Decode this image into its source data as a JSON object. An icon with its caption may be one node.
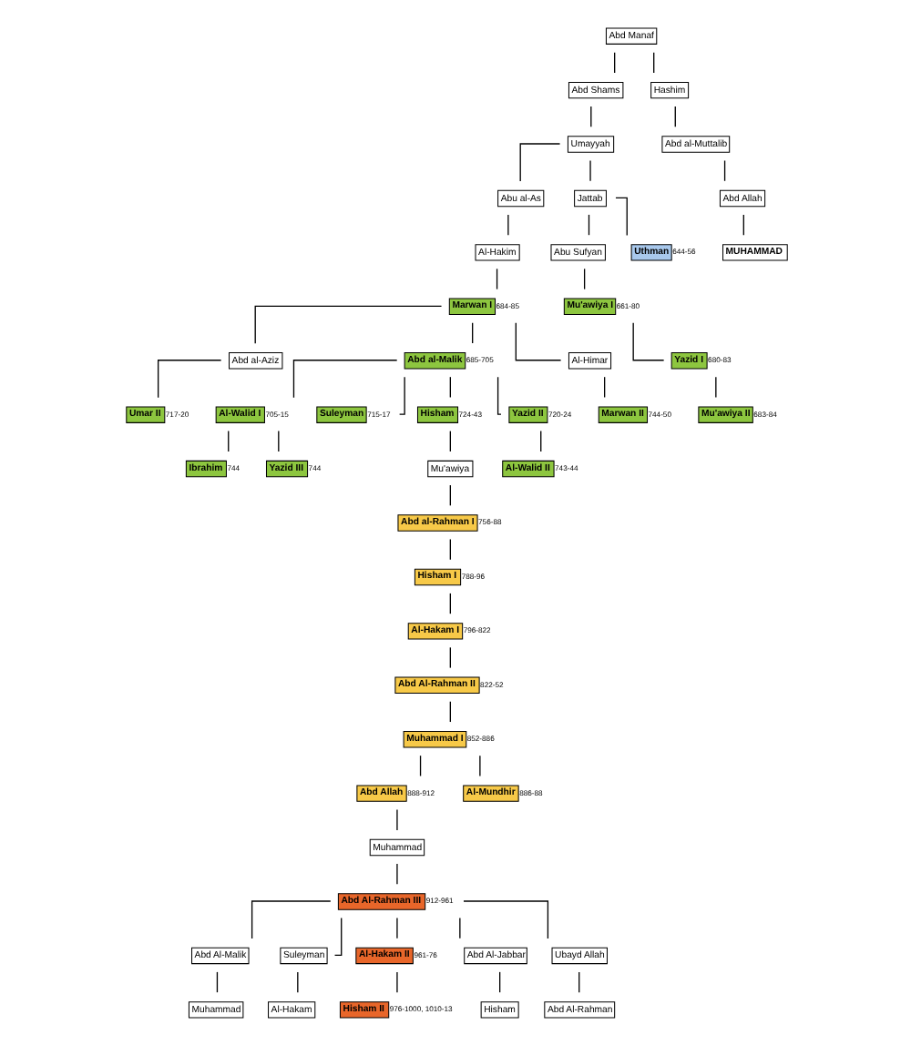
{
  "diagram": {
    "nodes": [
      {
        "text": [
          "Abd Manaf"
        ]
      },
      {
        "text": [
          "Abd Shams"
        ]
      },
      {
        "text": [
          "Hashim"
        ]
      },
      {
        "text": [
          "Umayyah"
        ]
      },
      {
        "text": [
          "Abd al-Muttalib"
        ]
      },
      {
        "text": [
          "Abu al-As"
        ]
      },
      {
        "text": [
          "Jattab"
        ]
      },
      {
        "text": [
          "Abd Allah"
        ]
      },
      {
        "text": [
          "Al-Hakim"
        ]
      },
      {
        "text": [
          "Abu Sufyan"
        ]
      },
      {
        "text": [
          "Uthman"
        ],
        "beside": [
          "644-56"
        ]
      },
      {
        "text": [
          "MUHAMMAD"
        ]
      },
      {
        "text": [
          "Marwan I"
        ],
        "beside": [
          "684-85"
        ]
      },
      {
        "text": [
          "Mu'awiya I"
        ],
        "beside": [
          "661-80"
        ]
      },
      {
        "text": [
          "Abd al-Aziz"
        ]
      },
      {
        "text": [
          "Abd al-Malik"
        ],
        "beside": [
          "685-705"
        ]
      },
      {
        "text": [
          "Al-Himar"
        ]
      },
      {
        "text": [
          "Yazid I"
        ],
        "beside": [
          "680-83"
        ]
      },
      {
        "text": [
          "Umar II"
        ],
        "beside": [
          "717-20"
        ]
      },
      {
        "text": [
          "Al-Walid I"
        ],
        "beside": [
          "705-15"
        ]
      },
      {
        "text": [
          "Suleyman"
        ],
        "beside": [
          "715-17"
        ]
      },
      {
        "text": [
          "Hisham"
        ],
        "beside": [
          "724-43"
        ]
      },
      {
        "text": [
          "Yazid II"
        ],
        "beside": [
          "720-24"
        ]
      },
      {
        "text": [
          "Marwan II"
        ],
        "beside": [
          "744-50"
        ]
      },
      {
        "text": [
          "Mu'awiya II"
        ],
        "beside": [
          "683-84"
        ]
      },
      {
        "text": [
          "Ibrahim"
        ],
        "beside": [
          "744"
        ]
      },
      {
        "text": [
          "Yazid III"
        ],
        "beside": [
          "744"
        ]
      },
      {
        "text": [
          "Mu'awiya"
        ]
      },
      {
        "text": [
          "Al-Walid II"
        ],
        "beside": [
          "743-44"
        ]
      },
      {
        "text": [
          "Abd al-Rahman I"
        ],
        "beside": [
          "756-88"
        ]
      },
      {
        "text": [
          "Hisham I"
        ],
        "beside": [
          "788-96"
        ]
      },
      {
        "text": [
          "Al-Hakam I"
        ],
        "beside": [
          "796-822"
        ]
      },
      {
        "text": [
          "Abd Al-Rahman II"
        ],
        "beside": [
          "822-52"
        ]
      },
      {
        "text": [
          "Muhammad I"
        ],
        "beside": [
          "852-886"
        ]
      },
      {
        "text": [
          "Abd Allah"
        ],
        "beside": [
          "888-912"
        ]
      },
      {
        "text": [
          "Al-Mundhir"
        ],
        "beside": [
          "886-88"
        ]
      },
      {
        "text": [
          "Muhammad"
        ]
      },
      {
        "text": [
          "Abd Al-Rahman III"
        ],
        "beside": [
          "912-961"
        ]
      },
      {
        "text": [
          "Abd Al-Malik"
        ]
      },
      {
        "text": [
          "Suleyman"
        ]
      },
      {
        "text": [
          "Al-Hakam II"
        ],
        "beside": [
          "961-76"
        ]
      },
      {
        "text": [
          "Abd Al-Jabbar"
        ]
      },
      {
        "text": [
          "Ubayd Allah"
        ]
      },
      {
        "text": [
          "Muhammad"
        ]
      },
      {
        "text": [
          "Al-Hakam"
        ]
      },
      {
        "text": [
          "Hisham II"
        ],
        "beside": [
          "976-1000, 1010-13"
        ]
      },
      {
        "text": [
          "Hisham"
        ]
      },
      {
        "text": [
          "Abd Al-Rahman"
        ]
      }
    ],
    "edges": [
      {
        "from": 0,
        "to": 1,
        "arrow": "none"
      },
      {
        "from": 0,
        "to": 2,
        "arrow": "none"
      },
      {
        "from": 1,
        "to": 3,
        "arrow": "none"
      },
      {
        "from": 2,
        "to": 4,
        "arrow": "none"
      },
      {
        "from": 3,
        "to": 5,
        "arrow": "none"
      },
      {
        "from": 3,
        "to": 6,
        "arrow": "none"
      },
      {
        "from": 4,
        "to": 7,
        "arrow": "none"
      },
      {
        "from": 5,
        "to": 8,
        "arrow": "none"
      },
      {
        "from": 6,
        "to": 9,
        "arrow": "none"
      },
      {
        "from": 6,
        "to": 10,
        "arrow": "none"
      },
      {
        "from": 7,
        "to": 11,
        "arrow": "none"
      },
      {
        "from": 8,
        "to": 12,
        "arrow": "none"
      },
      {
        "from": 9,
        "to": 13,
        "arrow": "none"
      },
      {
        "from": 12,
        "to": 14,
        "arrow": "none"
      },
      {
        "from": 12,
        "to": 15,
        "arrow": "none"
      },
      {
        "from": 12,
        "to": 16,
        "arrow": "none"
      },
      {
        "from": 13,
        "to": 17,
        "arrow": "none"
      },
      {
        "from": 14,
        "to": 18,
        "arrow": "none"
      },
      {
        "from": 15,
        "to": 19,
        "arrow": "none"
      },
      {
        "from": 15,
        "to": 20,
        "arrow": "none"
      },
      {
        "from": 15,
        "to": 21,
        "arrow": "none"
      },
      {
        "from": 15,
        "to": 22,
        "arrow": "none"
      },
      {
        "from": 16,
        "to": 23,
        "arrow": "none"
      },
      {
        "from": 17,
        "to": 24,
        "arrow": "none"
      },
      {
        "from": 19,
        "to": 25,
        "arrow": "none"
      },
      {
        "from": 19,
        "to": 26,
        "arrow": "none"
      },
      {
        "from": 21,
        "to": 27,
        "arrow": "none"
      },
      {
        "from": 22,
        "to": 28,
        "arrow": "none"
      },
      {
        "from": 27,
        "to": 29,
        "arrow": "none"
      },
      {
        "from": 29,
        "to": 30,
        "arrow": "none"
      },
      {
        "from": 30,
        "to": 31,
        "arrow": "none"
      },
      {
        "from": 31,
        "to": 32,
        "arrow": "none"
      },
      {
        "from": 32,
        "to": 33,
        "arrow": "none"
      },
      {
        "from": 33,
        "to": 34,
        "arrow": "none"
      },
      {
        "from": 33,
        "to": 35,
        "arrow": "none"
      },
      {
        "from": 34,
        "to": 36,
        "arrow": "none"
      },
      {
        "from": 36,
        "to": 37,
        "arrow": "none"
      },
      {
        "from": 37,
        "to": 38,
        "arrow": "none"
      },
      {
        "from": 37,
        "to": 39,
        "arrow": "none"
      },
      {
        "from": 37,
        "to": 40,
        "arrow": "none"
      },
      {
        "from": 37,
        "to": 41,
        "arrow": "none"
      },
      {
        "from": 37,
        "to": 42,
        "arrow": "none"
      },
      {
        "from": 38,
        "to": 43,
        "arrow": "none"
      },
      {
        "from": 39,
        "to": 44,
        "arrow": "none"
      },
      {
        "from": 40,
        "to": 45,
        "arrow": "none"
      },
      {
        "from": 41,
        "to": 46,
        "arrow": "none"
      },
      {
        "from": 42,
        "to": 47,
        "arrow": "none"
      }
    ]
  }
}
